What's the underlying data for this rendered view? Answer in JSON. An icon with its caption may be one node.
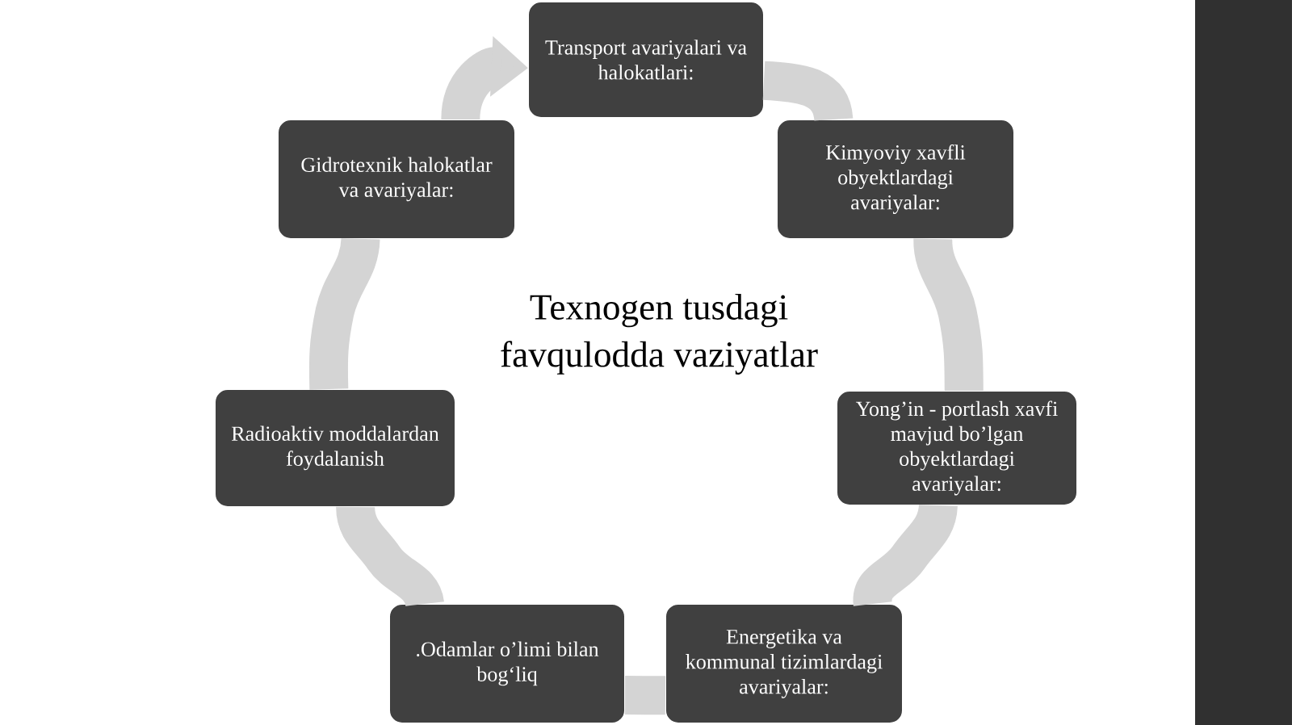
{
  "diagram": {
    "title": "Texnogen tusdagi favqulodda vaziyatlar",
    "nodes": [
      {
        "text": [
          "Transport avariyalari va halokatlari:"
        ]
      },
      {
        "text": [
          "Kimyoviy xavfli obyektlardagi avariyalar:"
        ]
      },
      {
        "text": [
          "Yong’in - portlash xavfi mavjud bo’lgan obyektlardagi avariyalar:"
        ]
      },
      {
        "text": [
          "Energetika va kommunal tizimlardagi avariyalar:"
        ]
      },
      {
        "text": [
          ".Odamlar o’limi bilan bog‘liq"
        ]
      },
      {
        "text": [
          "Radioaktiv moddalardan foydalanish"
        ]
      },
      {
        "text": [
          "Gidrotexnik halokatlar va avariyalar:"
        ]
      },
      {
        "text": [],
        "shape": "bar"
      }
    ],
    "edges": [
      {
        "from": 0,
        "to": 1,
        "arrow": "none"
      },
      {
        "from": 1,
        "to": 2,
        "arrow": "none"
      },
      {
        "from": 2,
        "to": 3,
        "arrow": "none"
      },
      {
        "from": 3,
        "to": 4,
        "arrow": "none"
      },
      {
        "from": 4,
        "to": 5,
        "arrow": "none"
      },
      {
        "from": 5,
        "to": 6,
        "arrow": "none"
      },
      {
        "from": 6,
        "to": 0,
        "arrow": "to"
      }
    ]
  }
}
